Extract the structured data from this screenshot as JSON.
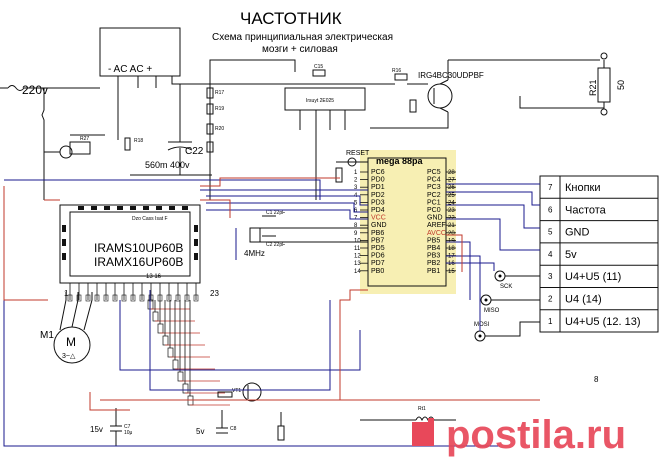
{
  "title": "ЧАСТОТНИК",
  "subtitle_line1": "Схема принципиальная электрическая",
  "subtitle_line2": "мозги  +  силовая",
  "mains": "220v",
  "bridge_label": "-  AC AC +",
  "cap_c22": "C22",
  "cap_value": "560m 400v",
  "igbt_label": "IRG4BC30UDPBF",
  "r21": "R21",
  "r21_value": "50",
  "mcu": {
    "name": "mega 88pa",
    "left_pins": [
      "PC6",
      "PD0",
      "PD1",
      "PD2",
      "PD3",
      "PD4",
      "VCC",
      "GND",
      "PB6",
      "PB7",
      "PD5",
      "PD6",
      "PD7",
      "PB0"
    ],
    "left_nums": [
      "1",
      "2",
      "3",
      "4",
      "5",
      "6",
      "7",
      "8",
      "9",
      "10",
      "11",
      "12",
      "13",
      "14"
    ],
    "right_pins": [
      "PC5",
      "PC4",
      "PC3",
      "PC2",
      "PC1",
      "PC0",
      "GND",
      "AREF",
      "AVCC",
      "PB5",
      "PB4",
      "PB3",
      "PB2",
      "PB1"
    ],
    "right_nums": [
      "28",
      "27",
      "26",
      "25",
      "24",
      "23",
      "22",
      "21",
      "20",
      "19",
      "18",
      "17",
      "16",
      "15"
    ]
  },
  "reset_label": "RESET",
  "crystal": "4MHz",
  "sck": "SCK",
  "miso": "MISO",
  "mosi": "MOSI",
  "irams": {
    "line1": "Dzo Cass Isat F",
    "line2": "IRAMS10UP60B",
    "line3": "IRAMX16UP60B",
    "pin_first": "1",
    "pin_last": "23",
    "pin_mid": "13 16"
  },
  "motor": "M1",
  "motor_symbol": "M",
  "motor_phase": "3~△",
  "supply_15v": "15v",
  "supply_5v": "5v",
  "connector": {
    "numbers": [
      "7",
      "6",
      "5",
      "4",
      "3",
      "2",
      "1"
    ],
    "labels": [
      "Кнопки",
      "Частота",
      "GND",
      "5v",
      "U4+U5  (11)",
      "U4  (14)",
      "U4+U5 (12. 13)"
    ]
  },
  "page_number": "8",
  "watermark": "postila.ru",
  "colors": {
    "wire_blue": "#1a1a8c",
    "wire_red": "#c0392b",
    "mcu_fill": "#f7efb3",
    "watermark": "#e8485a",
    "pin_green": "#2e8b57"
  }
}
